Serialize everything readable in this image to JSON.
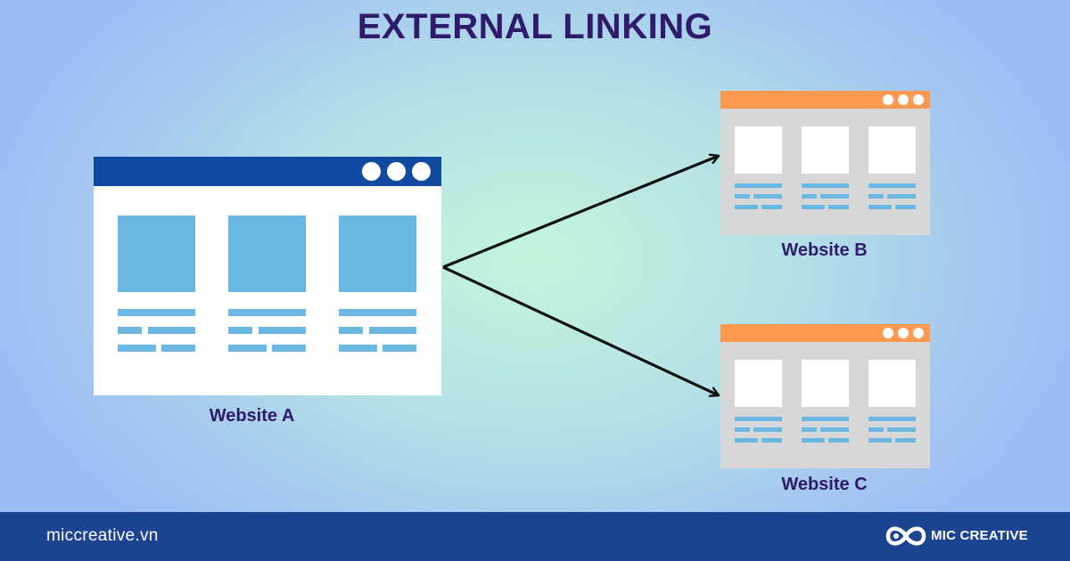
{
  "title": "EXTERNAL LINKING",
  "colors": {
    "title_text": "#2f1a6b",
    "site_a_bar": "#0f4aa0",
    "site_a_body": "#ffffff",
    "site_a_block": "#6bb8e3",
    "site_bc_bar": "#ff9950",
    "site_bc_body": "#d7d7d7",
    "site_bc_block": "#ffffff",
    "site_bc_line": "#6bb8e3",
    "arrow": "#111111",
    "footer_bg": "#1d4393"
  },
  "websites": [
    {
      "id": "a",
      "label": "Website A"
    },
    {
      "id": "b",
      "label": "Website B"
    },
    {
      "id": "c",
      "label": "Website C"
    }
  ],
  "links": [
    {
      "from": "Website A",
      "to": "Website B"
    },
    {
      "from": "Website A",
      "to": "Website C"
    }
  ],
  "footer": {
    "website": "miccreative.vn",
    "brand": "MIC CREATIVE",
    "logo_icon": "infinity-logo-icon"
  }
}
